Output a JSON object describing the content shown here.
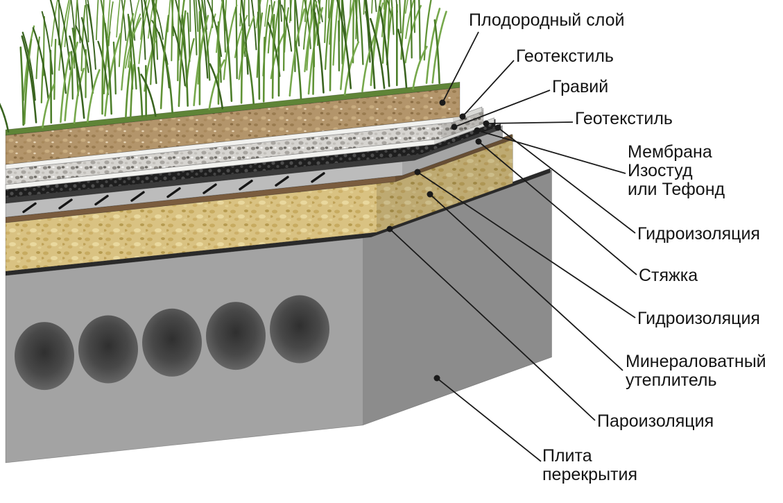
{
  "diagram": {
    "type": "green-roof-layered-section",
    "leader": {
      "color": "#1a1a1a"
    },
    "labels": [
      {
        "text": "Плодородный слой"
      },
      {
        "text": "Геотекстиль"
      },
      {
        "text": "Гравий"
      },
      {
        "text": "Геотекстиль"
      },
      {
        "lines": [
          "Мембрана",
          "Изостуд",
          "или Тефонд"
        ]
      },
      {
        "text": "Гидроизоляция"
      },
      {
        "text": "Стяжка"
      },
      {
        "text": "Гидроизоляция"
      },
      {
        "lines": [
          "Минераловатный",
          "утеплитель"
        ]
      },
      {
        "text": "Пароизоляция"
      },
      {
        "lines": [
          "Плита",
          "перекрытия"
        ]
      }
    ],
    "layers": [
      {
        "name": "grass",
        "color": "#5f8437"
      },
      {
        "name": "fertile-soil",
        "label": "Плодородный слой",
        "color": "#b3956b"
      },
      {
        "name": "geotextile-upper",
        "label": "Геотекстиль",
        "color": "#f2f2ef"
      },
      {
        "name": "gravel",
        "label": "Гравий",
        "color": "#d6d4d0"
      },
      {
        "name": "geotextile-lower",
        "label": "Геотекстиль",
        "color": "#f2f2ef"
      },
      {
        "name": "membrane",
        "label": "Мембрана Изостуд или Тефонд",
        "color": "#1e1e1e"
      },
      {
        "name": "waterproofing-upper",
        "label": "Гидроизоляция",
        "color": "#3a3a3a"
      },
      {
        "name": "screed",
        "label": "Стяжка",
        "color": "#bcbcbc"
      },
      {
        "name": "waterproofing-lower",
        "label": "Гидроизоляция",
        "color": "#7a5c3e"
      },
      {
        "name": "mineral-wool",
        "label": "Минераловатный утеплитель",
        "color": "#d9c282"
      },
      {
        "name": "vapor-barrier",
        "label": "Пароизоляция",
        "color": "#2a2a2a"
      },
      {
        "name": "floor-slab",
        "label": "Плита перекрытия",
        "color": "#a3a3a3"
      }
    ]
  }
}
